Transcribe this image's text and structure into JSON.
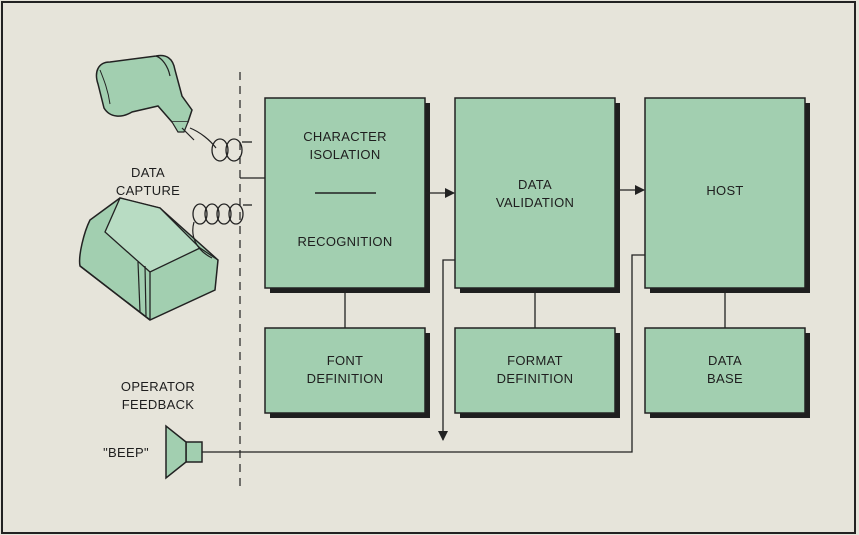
{
  "labels": {
    "data_capture_1": "DATA",
    "data_capture_2": "CAPTURE",
    "operator_feedback_1": "OPERATOR",
    "operator_feedback_2": "FEEDBACK",
    "beep": "\"BEEP\""
  },
  "blocks": {
    "char_isolation_1": "CHARACTER",
    "char_isolation_2": "ISOLATION",
    "recognition": "RECOGNITION",
    "data_validation_1": "DATA",
    "data_validation_2": "VALIDATION",
    "host": "HOST",
    "font_definition_1": "FONT",
    "font_definition_2": "DEFINITION",
    "format_definition_1": "FORMAT",
    "format_definition_2": "DEFINITION",
    "database_1": "DATA",
    "database_2": "BASE"
  },
  "colors": {
    "block_fill": "#a2cfb0",
    "shadow": "#1f1f1f",
    "background": "#e6e4da",
    "line": "#222222"
  }
}
